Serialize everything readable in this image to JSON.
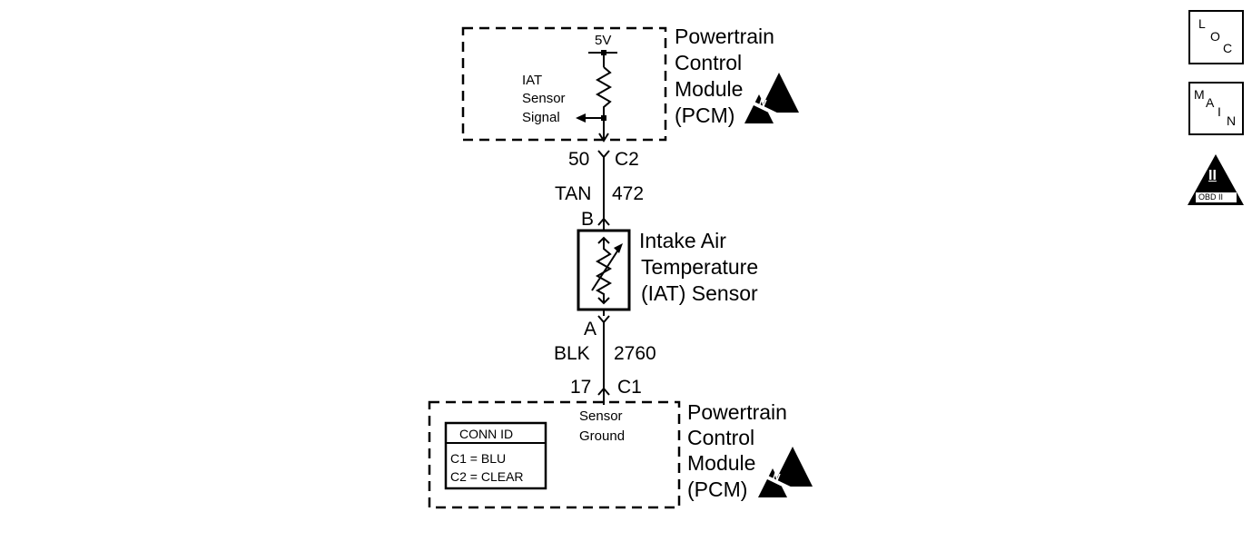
{
  "pcm_top": {
    "label": [
      "Powertrain",
      "Control",
      "Module",
      "(PCM)"
    ],
    "supply": "5V",
    "signal": [
      "IAT",
      "Sensor",
      "Signal"
    ]
  },
  "wire_top": {
    "pin": "50",
    "connector": "C2",
    "color": "TAN",
    "circuit": "472"
  },
  "sensor": {
    "pin_top": "B",
    "pin_bottom": "A",
    "label": [
      "Intake Air",
      "Temperature",
      "(IAT) Sensor"
    ]
  },
  "wire_bottom": {
    "pin": "17",
    "connector": "C1",
    "color": "BLK",
    "circuit": "2760"
  },
  "pcm_bottom": {
    "label": [
      "Powertrain",
      "Control",
      "Module",
      "(PCM)"
    ],
    "ground": [
      "Sensor",
      "Ground"
    ],
    "conn_id": {
      "title": "CONN ID",
      "rows": [
        "C1 = BLU",
        "C2 = CLEAR"
      ]
    }
  },
  "nav_icons": {
    "loc": [
      "L",
      "O",
      "C"
    ],
    "main": [
      "M",
      "A",
      "I",
      "N"
    ],
    "obd": {
      "numeral": "II",
      "caption": "OBD II"
    }
  },
  "esd_icon": "esd-warning-icon"
}
